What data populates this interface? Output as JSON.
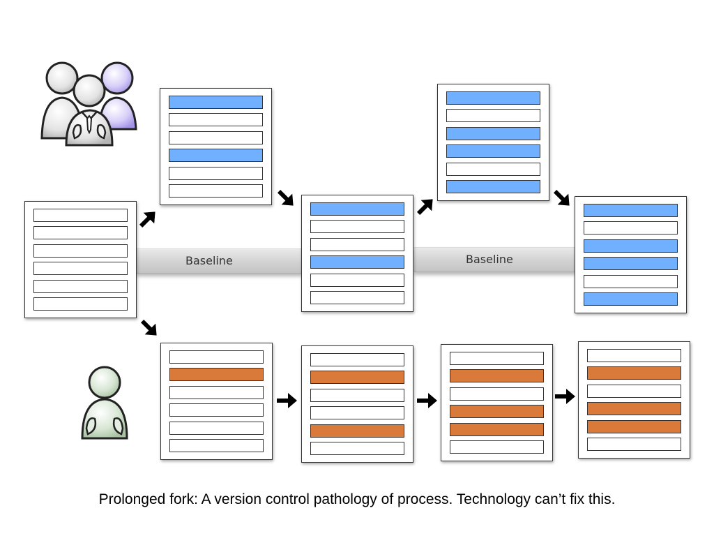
{
  "baselines": [
    {
      "label": "Baseline"
    },
    {
      "label": "Baseline"
    }
  ],
  "panels": [
    {
      "id": "origin",
      "rows": [
        "white",
        "white",
        "white",
        "white",
        "white",
        "white"
      ]
    },
    {
      "id": "team-v1",
      "rows": [
        "blue",
        "white",
        "white",
        "blue",
        "white",
        "white"
      ]
    },
    {
      "id": "team-v2",
      "rows": [
        "blue",
        "white",
        "white",
        "blue",
        "white",
        "white"
      ]
    },
    {
      "id": "team-v3",
      "rows": [
        "blue",
        "white",
        "blue",
        "blue",
        "white",
        "blue"
      ]
    },
    {
      "id": "team-v4",
      "rows": [
        "blue",
        "white",
        "blue",
        "blue",
        "white",
        "blue"
      ]
    },
    {
      "id": "fork-v1",
      "rows": [
        "white",
        "orange",
        "white",
        "white",
        "white",
        "white"
      ]
    },
    {
      "id": "fork-v2",
      "rows": [
        "white",
        "orange",
        "white",
        "white",
        "orange",
        "white"
      ]
    },
    {
      "id": "fork-v3",
      "rows": [
        "white",
        "orange",
        "white",
        "orange",
        "orange",
        "white"
      ]
    },
    {
      "id": "fork-v4",
      "rows": [
        "white",
        "orange",
        "white",
        "orange",
        "orange",
        "white"
      ]
    }
  ],
  "colors": {
    "blue": "#70b0ff",
    "orange": "#d9793a",
    "team_accent": "#b7a7f0",
    "fork_user": "#c9dcc5"
  },
  "icons": {
    "team": "group-of-people-icon",
    "individual": "single-person-icon",
    "arrow": "arrow-icon"
  },
  "caption": "Prolonged fork:  A version control pathology of process.  Technology can’t fix this."
}
